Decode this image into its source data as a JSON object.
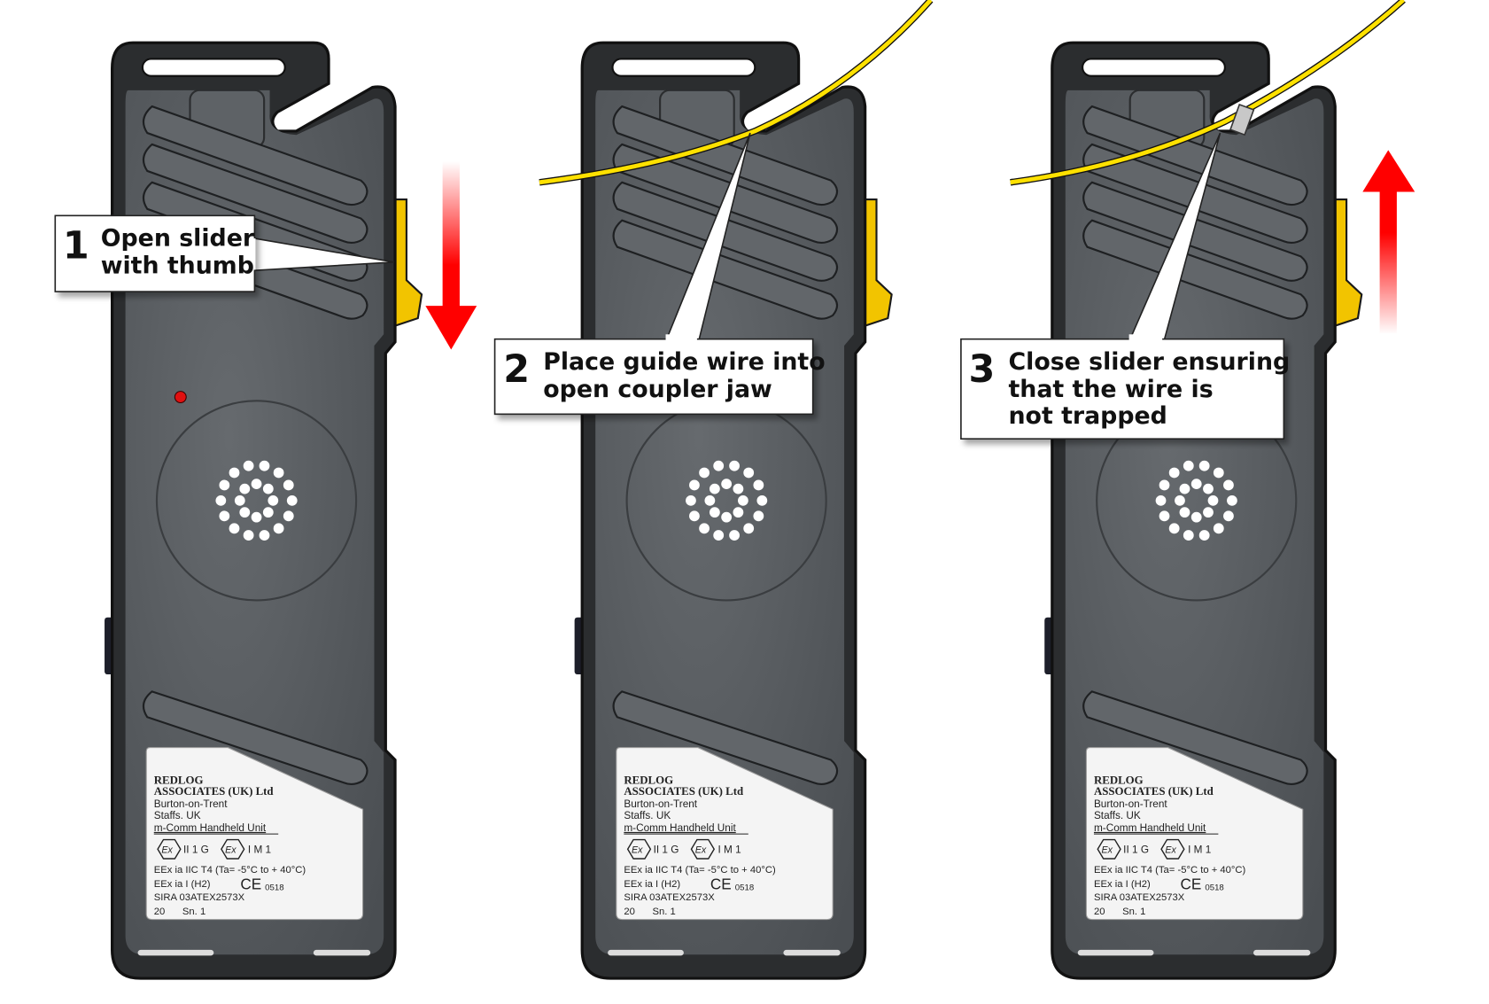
{
  "colors": {
    "body_outer": "#2b2d2f",
    "body_face": "#5b5f63",
    "slider_yellow": "#f2c400",
    "wire_yellow": "#ffe100",
    "arrow_red": "#ff0000",
    "label_white": "#f4f4f4"
  },
  "device_label": {
    "line1": "REDLOG",
    "line2": "ASSOCIATES (UK) Ltd",
    "line3": "Burton-on-Trent",
    "line4": "Staffs. UK",
    "line5": "m-Comm Handheld Unit",
    "ex_mark": "Ex",
    "group1": "II 1 G",
    "group2": "I M 1",
    "line6": "EEx ia IIC  T4 (Ta= -5°C to + 40°C)",
    "line7": "EEx ia I  (H2)",
    "ce_mark": "CE",
    "ce_number": "0518",
    "line8": "SIRA 03ATEX2573X",
    "line9_a": "20",
    "line9_b": "Sn.  1"
  },
  "steps": [
    {
      "number": "1",
      "lines": [
        "Open slider",
        "with thumb"
      ],
      "arrow": "down"
    },
    {
      "number": "2",
      "lines": [
        "Place guide wire into",
        "open coupler jaw"
      ]
    },
    {
      "number": "3",
      "lines": [
        "Close slider ensuring",
        "that the wire is",
        "not trapped"
      ],
      "arrow": "up"
    }
  ]
}
